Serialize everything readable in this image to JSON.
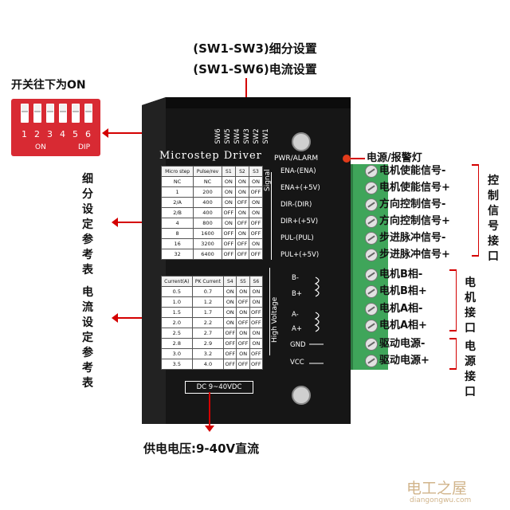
{
  "titles": {
    "line1": "(SW1-SW3)细分设置",
    "line2": "(SW1-SW6)电流设置"
  },
  "dip": {
    "caption": "开关往下为ON",
    "numbers": [
      "1",
      "2",
      "3",
      "4",
      "5",
      "6"
    ],
    "on_label": "ON",
    "dip_label": "DIP"
  },
  "left_labels": {
    "micro": "细分设定参考表",
    "current": "电流设定参考表"
  },
  "device": {
    "switch_names": [
      "SW6",
      "SW5",
      "SW4",
      "SW3",
      "SW2",
      "SW1"
    ],
    "brand": "Microstep Driver",
    "pwr_alarm": "PWR/ALARM",
    "signal_label": "Signal",
    "signal_pins": [
      "ENA-(ENA)",
      "ENA+(+5V)",
      "DIR-(DIR)",
      "DIR+(+5V)",
      "PUL-(PUL)",
      "PUL+(+5V)"
    ],
    "hv_label": "High Voltage",
    "motor_pins": [
      "B-",
      "B+",
      "A-",
      "A+"
    ],
    "power_pins": [
      "GND",
      "VCC"
    ],
    "voltage_label": "DC 9~40VDC"
  },
  "micro_table": {
    "headers": [
      "Micro step",
      "Pulse/rev",
      "S1",
      "S2",
      "S3"
    ],
    "rows": [
      [
        "NC",
        "NC",
        "ON",
        "ON",
        "ON"
      ],
      [
        "1",
        "200",
        "ON",
        "ON",
        "OFF"
      ],
      [
        "2/A",
        "400",
        "ON",
        "OFF",
        "ON"
      ],
      [
        "2/B",
        "400",
        "OFF",
        "ON",
        "ON"
      ],
      [
        "4",
        "800",
        "ON",
        "OFF",
        "OFF"
      ],
      [
        "8",
        "1600",
        "OFF",
        "ON",
        "OFF"
      ],
      [
        "16",
        "3200",
        "OFF",
        "OFF",
        "ON"
      ],
      [
        "32",
        "6400",
        "OFF",
        "OFF",
        "OFF"
      ]
    ]
  },
  "current_table": {
    "headers": [
      "Current(A)",
      "PK Current",
      "S4",
      "S5",
      "S6"
    ],
    "rows": [
      [
        "0.5",
        "0.7",
        "ON",
        "ON",
        "ON"
      ],
      [
        "1.0",
        "1.2",
        "ON",
        "OFF",
        "ON"
      ],
      [
        "1.5",
        "1.7",
        "ON",
        "ON",
        "OFF"
      ],
      [
        "2.0",
        "2.2",
        "ON",
        "OFF",
        "OFF"
      ],
      [
        "2.5",
        "2.7",
        "OFF",
        "ON",
        "ON"
      ],
      [
        "2.8",
        "2.9",
        "OFF",
        "OFF",
        "ON"
      ],
      [
        "3.0",
        "3.2",
        "OFF",
        "ON",
        "OFF"
      ],
      [
        "3.5",
        "4.0",
        "OFF",
        "OFF",
        "OFF"
      ]
    ]
  },
  "right_labels": {
    "led": "电源/报警灯",
    "pins": [
      "电机使能信号-",
      "电机使能信号+",
      "方向控制信号-",
      "方向控制信号+",
      "步进脉冲信号-",
      "步进脉冲信号+",
      "电机B相-",
      "电机B相+",
      "电机A相-",
      "电机A相+",
      "驱动电源-",
      "驱动电源+"
    ],
    "group_control": "控制信号接口",
    "group_motor": "电机接口",
    "group_power": "电源接口"
  },
  "bottom": {
    "supply": "供电电压:9-40V直流"
  },
  "watermark": {
    "cn": "电工之屋",
    "url": "diangongwu.com"
  },
  "colors": {
    "annotation_red": "#d40000",
    "device_black": "#161616",
    "terminal_green": "#3fa55a",
    "dip_red": "#e0303a"
  }
}
